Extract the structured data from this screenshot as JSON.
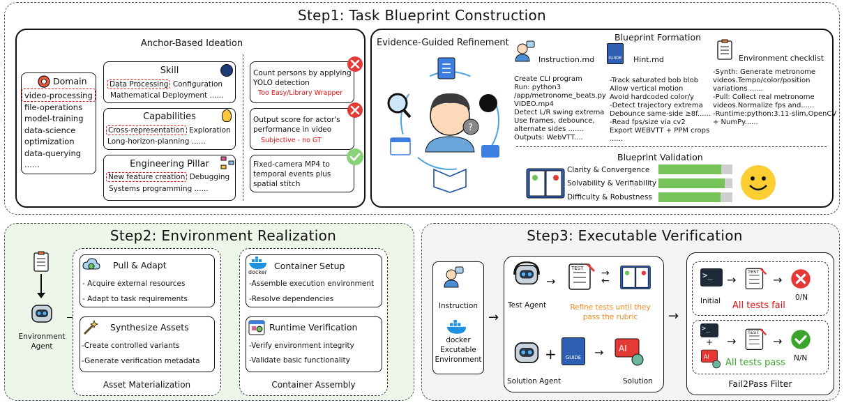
{
  "step1": {
    "title": "Step1: Task Blueprint Construction",
    "anchor": {
      "title": "Anchor-Based Ideation",
      "domain": {
        "label": "Domain",
        "items": [
          "video-processing",
          "file-operations",
          "model-training",
          "data-science",
          "optimization",
          "data-querying",
          "......"
        ]
      },
      "skill": {
        "title": "Skill",
        "highlight": "Data Processing",
        "rest1": "Configuration",
        "line2": "Mathematical  Deployment ......"
      },
      "capabilities": {
        "title": "Capabilities",
        "highlight": "Cross-representation",
        "rest1": "Exploration",
        "line2": "Long-horizon-planning ......"
      },
      "pillar": {
        "title": "Engineering Pillar",
        "highlight": "New feature creation",
        "rest1": "Debugging",
        "line2": "Systems programming ......"
      },
      "ideas": [
        {
          "text": "Count persons by applying YOLO detection",
          "note": "Too Easy/Library Wrapper",
          "status": "reject"
        },
        {
          "text": "Output  score for actor's performance in video",
          "note": "Subjective - no GT",
          "status": "reject"
        },
        {
          "text": "Fixed-camera MP4 to temporal events plus spatial stitch",
          "note": "",
          "status": "accept"
        }
      ]
    },
    "refine": {
      "title": "Evidence-Guided Refinement",
      "formation_title": "Blueprint Formation",
      "instruction": {
        "file": "Instruction.md",
        "lines": [
          "Create CLI program",
          "Run: python3",
          "/app/metronome_beats.py",
          "VIDEO.mp4",
          "Detect L/R swing extrema",
          "Use frames, debounce,",
          "alternate sides .......",
          "Outputs: WebVTT...."
        ]
      },
      "hint": {
        "file": "Hint.md",
        "guide_label": "GUIDE",
        "lines": [
          "-Track saturated bob blob",
          "Allow vertical motion",
          "Avoid hardcoded color/y",
          "-Detect trajectory extrema",
          "Debounce same-side ≥8f......",
          "-Read fps/size via cv2",
          "Export WEBVTT + PPM crops",
          "......"
        ]
      },
      "env": {
        "file": "Environment checklist",
        "lines": [
          "-Synth: Generate metronome",
          "videos.Tempo/color/position",
          "variations ......",
          "-Pull: Collect real metronome",
          "videos.Normalize fps and......",
          "-Runtime:python:3.11-slim,OpenCV",
          "+ NumPy......"
        ]
      },
      "validation": {
        "title": "Blueprint Validation",
        "bars": [
          {
            "label": "Clarity & Convergence",
            "value": 0.85
          },
          {
            "label": "Solvability & Verifiability",
            "value": 0.9
          },
          {
            "label": "Difficulty & Robustness",
            "value": 0.84
          }
        ]
      }
    }
  },
  "step2": {
    "title": "Step2: Environment Realization",
    "agent_label": "Environment\nAgent",
    "asset": {
      "footer": "Asset Materialization",
      "pull": {
        "title": "Pull & Adapt",
        "lines": [
          "- Acquire external resources",
          "- Adapt to task requirements"
        ]
      },
      "synth": {
        "title": "Synthesize Assets",
        "lines": [
          "-Create controlled variants",
          "-Generate verification metadata"
        ]
      }
    },
    "container": {
      "footer": "Container Assembly",
      "setup": {
        "title": "Container Setup",
        "lines": [
          "-Assemble execution environment",
          "-Resolve dependencies"
        ],
        "docker": "docker"
      },
      "runtime": {
        "title": "Runtime Verification",
        "lines": [
          "-Verify environment integrity",
          "-Validate basic functionality"
        ]
      }
    }
  },
  "step3": {
    "title": "Step3:  Executable Verification",
    "left": {
      "instruction": "Instruction",
      "docker": "docker",
      "env": "Excutable\nEnvironment"
    },
    "mid": {
      "test_agent": "Test Agent",
      "refine": "Refine tests until they\npass the rubric",
      "solution_agent": "Solution Agent",
      "solution": "Solution",
      "guide": "GUIDE",
      "test_label": "TEST"
    },
    "filter": {
      "title": "Fail2Pass Filter",
      "initial": "Initial",
      "fail": "All tests fail",
      "fail_count": "0/N",
      "pass": "All tests pass",
      "pass_count": "N/N",
      "test_label": "TEST"
    }
  },
  "colors": {
    "red": "#dd1111",
    "green": "#3aa52a",
    "orange": "#f08a1e",
    "bar": "#76c35a",
    "step2_bg": "#eef6ea",
    "step3_bg": "#f4f4f4"
  }
}
